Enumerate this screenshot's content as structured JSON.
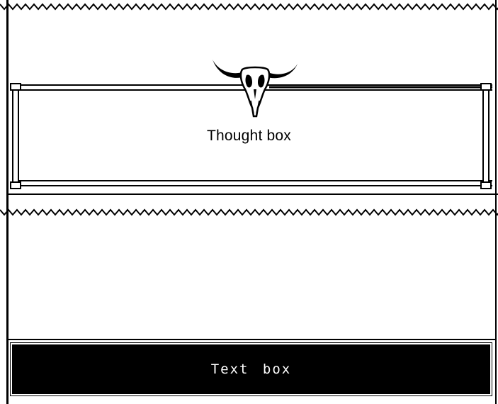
{
  "thought_box": {
    "label": "Thought box",
    "ornament": "longhorn-skull-icon"
  },
  "text_box": {
    "label": "Text box",
    "background": "#000000",
    "text_color": "#ffffff"
  },
  "dividers": {
    "style": "zigzag"
  }
}
